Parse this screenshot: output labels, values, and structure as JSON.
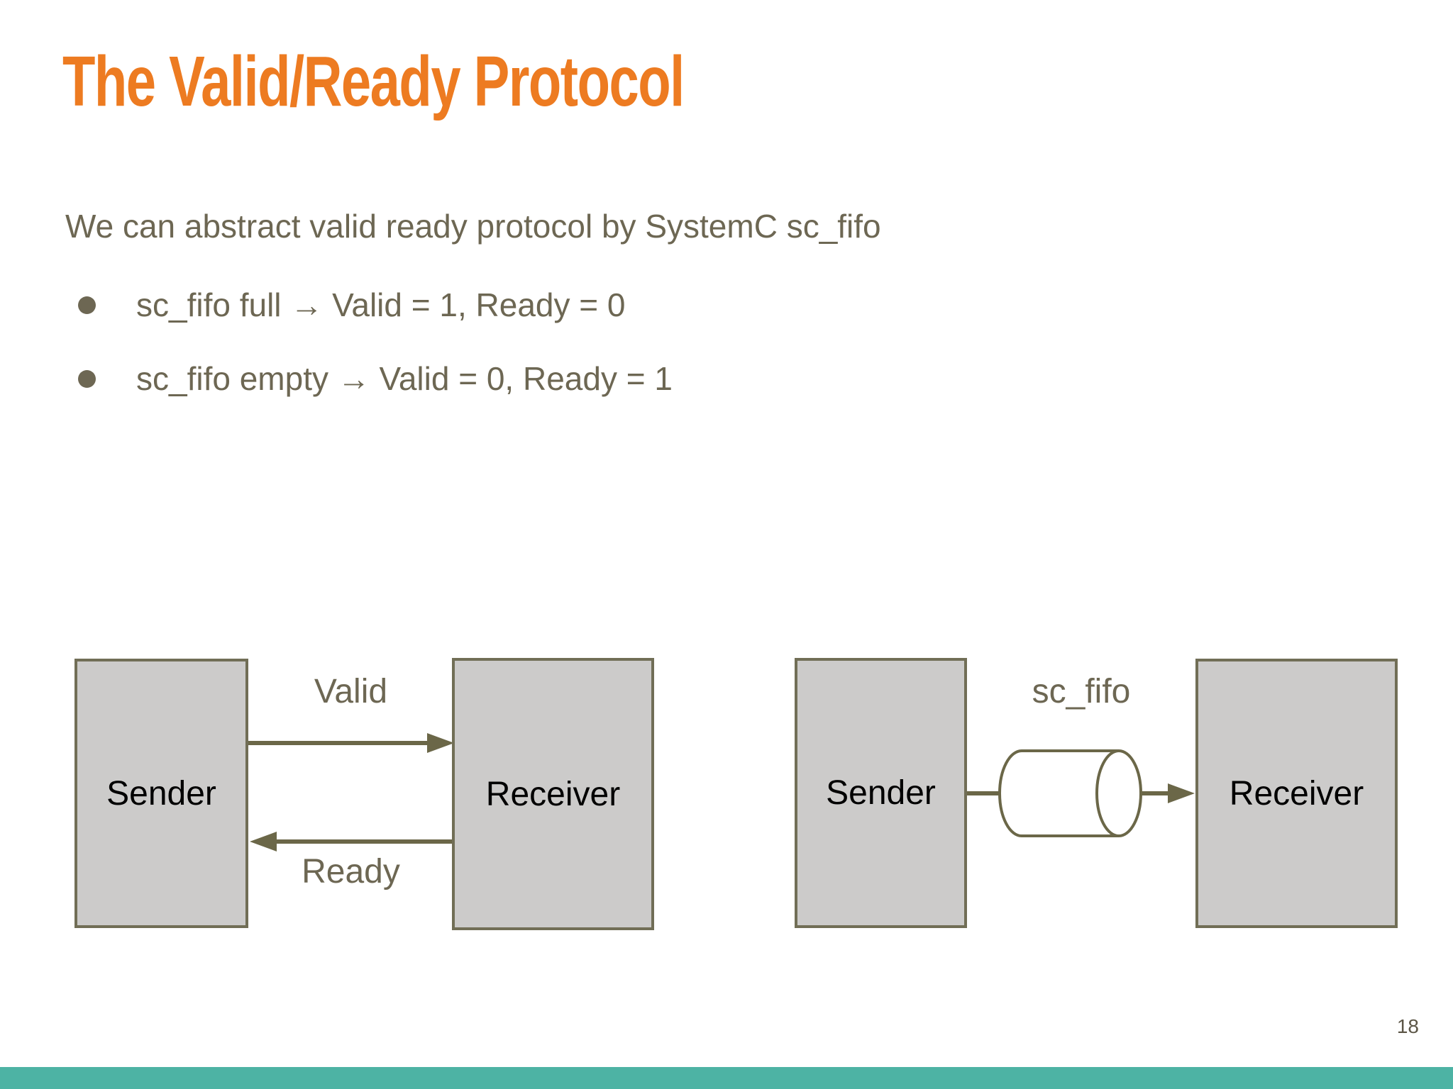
{
  "slide": {
    "title": "The Valid/Ready Protocol",
    "intro": "We can abstract valid ready protocol by SystemC sc_fifo",
    "bullets": [
      "sc_fifo full → Valid = 1, Ready = 0",
      "sc_fifo empty → Valid = 0, Ready = 1"
    ],
    "page_number": "18"
  },
  "diagram_valid_ready": {
    "sender_label": "Sender",
    "receiver_label": "Receiver",
    "top_arrow_label": "Valid",
    "top_arrow_direction": "sender-to-receiver",
    "bottom_arrow_label": "Ready",
    "bottom_arrow_direction": "receiver-to-sender"
  },
  "diagram_sc_fifo": {
    "sender_label": "Sender",
    "receiver_label": "Receiver",
    "channel_label": "sc_fifo",
    "channel_shape": "cylinder",
    "arrow_direction": "sender-to-receiver"
  },
  "colors": {
    "title_orange": "#ED7B21",
    "body_text": "#6D6753",
    "diagram_stroke": "#6B6748",
    "box_fill": "#CCCBCA",
    "box_border": "#716E56",
    "box_label_text": "#000000",
    "footer_teal": "#4DB3A4",
    "page_number_text": "#5C5647",
    "background": "#FFFFFF"
  }
}
